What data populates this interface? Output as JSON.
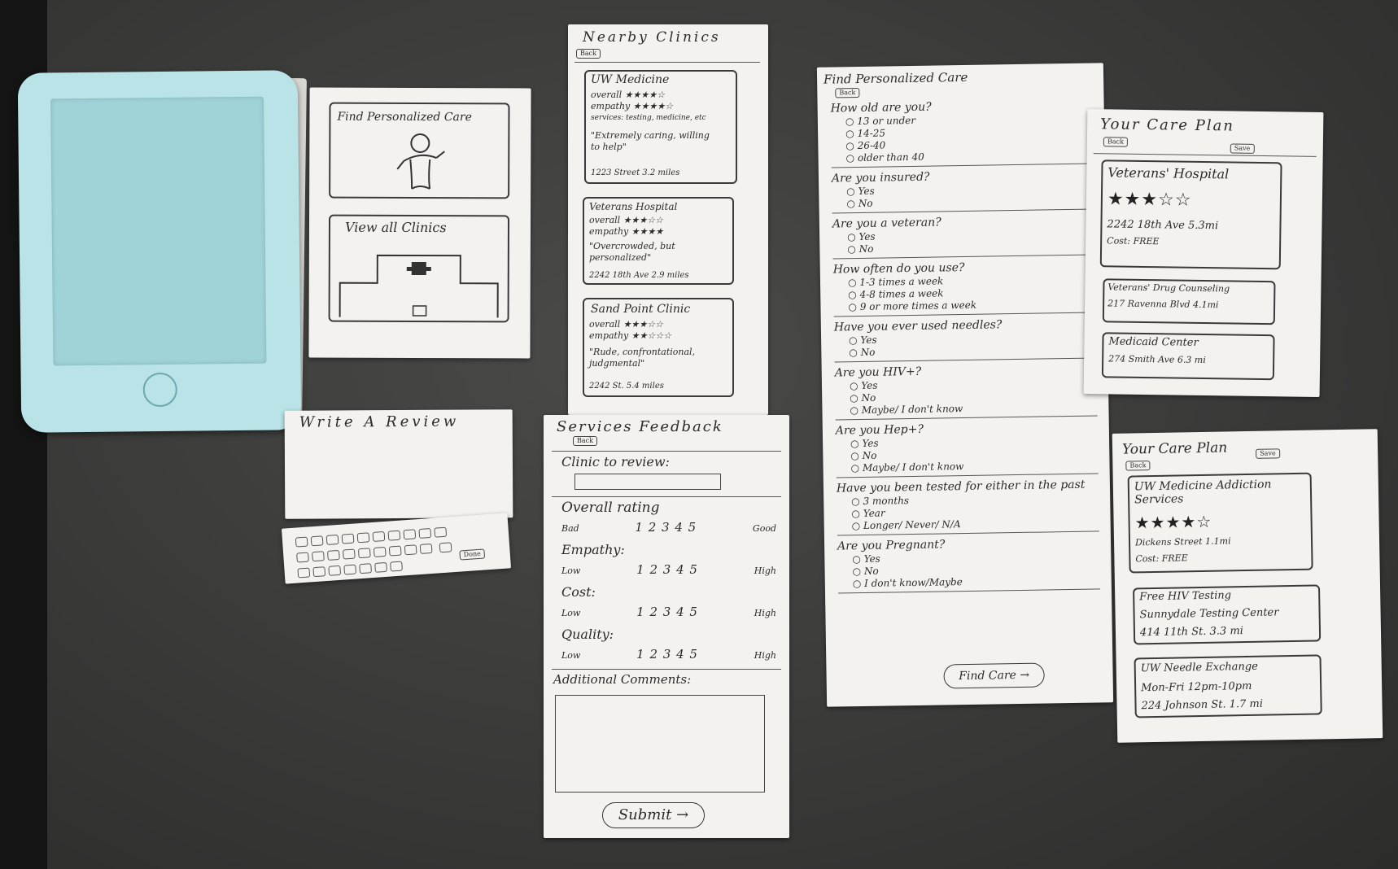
{
  "home": {
    "find_care": "Find Personalized Care",
    "view_clinics": "View all Clinics"
  },
  "write_review": {
    "title": "Write A Review",
    "done": "Done"
  },
  "nearby": {
    "title": "Nearby Clinics",
    "back": "Back",
    "clinics": [
      {
        "name": "UW Medicine",
        "l1": "overall ★★★★☆",
        "l2": "empathy ★★★★☆",
        "l3": "services: testing, medicine, etc",
        "quote": "\"Extremely caring, willing to help\"",
        "footer": "1223 Street   3.2 miles"
      },
      {
        "name": "Veterans Hospital",
        "l1": "overall ★★★☆☆",
        "l2": "empathy ★★★★",
        "l3": "",
        "quote": "\"Overcrowded, but personalized\"",
        "footer": "2242 18th Ave   2.9 miles"
      },
      {
        "name": "Sand Point Clinic",
        "l1": "overall ★★★☆☆",
        "l2": "empathy ★★☆☆☆",
        "l3": "",
        "quote": "\"Rude, confrontational, judgmental\"",
        "footer": "2242 St.   5.4 miles"
      }
    ]
  },
  "feedback": {
    "title": "Services Feedback",
    "back": "Back",
    "clinic_label": "Clinic to review:",
    "overall": {
      "label": "Overall rating",
      "low": "Bad",
      "high": "Good",
      "nums": "1  2  3  4  5"
    },
    "empathy": {
      "label": "Empathy:",
      "low": "Low",
      "high": "High",
      "nums": "1  2  3  4  5"
    },
    "cost": {
      "label": "Cost:",
      "low": "Low",
      "high": "High",
      "nums": "1  2  3  4  5"
    },
    "quality": {
      "label": "Quality:",
      "low": "Low",
      "high": "High",
      "nums": "1  2  3  4  5"
    },
    "comments_label": "Additional Comments:",
    "submit": "Submit →"
  },
  "survey": {
    "title": "Find Personalized Care",
    "back": "Back",
    "questions": [
      {
        "q": "How old are you?",
        "opts": [
          "13 or under",
          "14-25",
          "26-40",
          "older than 40"
        ]
      },
      {
        "q": "Are you insured?",
        "opts": [
          "Yes",
          "No"
        ]
      },
      {
        "q": "Are you a veteran?",
        "opts": [
          "Yes",
          "No"
        ]
      },
      {
        "q": "How often do you use?",
        "opts": [
          "1-3 times a week",
          "4-8 times a week",
          "9 or more times a week"
        ]
      },
      {
        "q": "Have you ever used needles?",
        "opts": [
          "Yes",
          "No"
        ]
      },
      {
        "q": "Are you HIV+?",
        "opts": [
          "Yes",
          "No",
          "Maybe/ I don't know"
        ]
      },
      {
        "q": "Are you Hep+?",
        "opts": [
          "Yes",
          "No",
          "Maybe/ I don't know"
        ]
      },
      {
        "q": "Have you been tested for either in the past",
        "opts": [
          "3 months",
          "Year",
          "Longer/ Never/ N/A"
        ]
      },
      {
        "q": "Are you Pregnant?",
        "opts": [
          "Yes",
          "No",
          "I don't know/Maybe"
        ]
      }
    ],
    "submit": "Find Care →"
  },
  "plan1": {
    "title": "Your Care Plan",
    "back": "Back",
    "save": "Save",
    "hospital": {
      "name": "Veterans' Hospital",
      "stars": "★★★☆☆",
      "addr": "2242 18th Ave  5.3mi",
      "cost": "Cost: FREE"
    },
    "items": [
      {
        "name": "Veterans' Drug Counseling",
        "addr": "217 Ravenna Blvd  4.1mi"
      },
      {
        "name": "Medicaid Center",
        "addr": "274 Smith Ave  6.3 mi"
      }
    ]
  },
  "plan2": {
    "title": "Your Care Plan",
    "back": "Back",
    "save": "Save",
    "main": {
      "name": "UW Medicine Addiction Services",
      "stars": "★★★★☆",
      "addr": "Dickens Street  1.1mi",
      "cost": "Cost: FREE"
    },
    "items": [
      {
        "name": "Free HIV Testing",
        "l2": "Sunnydale Testing Center",
        "l3": "414 11th St.   3.3 mi"
      },
      {
        "name": "UW Needle Exchange",
        "l2": "Mon-Fri  12pm-10pm",
        "l3": "224 Johnson St.   1.7 mi"
      }
    ]
  }
}
